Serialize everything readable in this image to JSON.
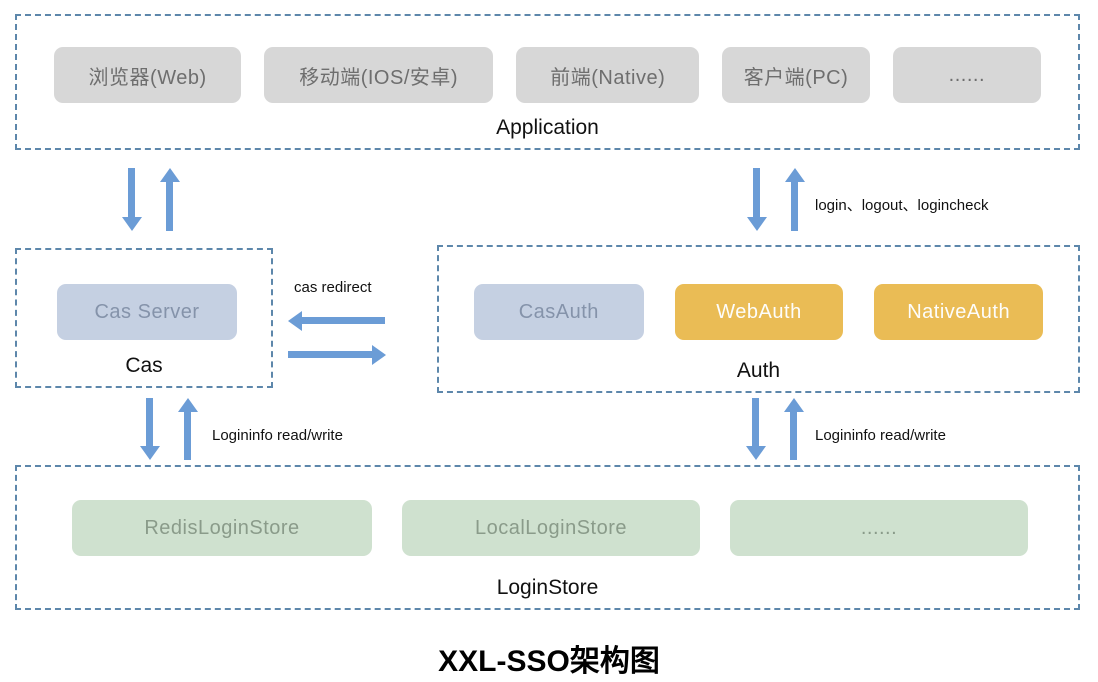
{
  "title": "XXL-SSO架构图",
  "application": {
    "label": "Application",
    "boxes": [
      "浏览器(Web)",
      "移动端(IOS/安卓)",
      "前端(Native)",
      "客户端(PC)",
      "......"
    ]
  },
  "cas": {
    "label": "Cas",
    "boxes": [
      "Cas Server"
    ]
  },
  "auth": {
    "label": "Auth",
    "boxes": [
      {
        "label": "CasAuth",
        "color": "blue"
      },
      {
        "label": "WebAuth",
        "color": "orange"
      },
      {
        "label": "NativeAuth",
        "color": "orange"
      }
    ]
  },
  "loginstore": {
    "label": "LoginStore",
    "boxes": [
      "RedisLoginStore",
      "LocalLoginStore",
      "......"
    ]
  },
  "annotations": {
    "login_ops": "login、logout、logincheck",
    "cas_redirect": "cas redirect",
    "logininfo_left": "Logininfo read/write",
    "logininfo_right": "Logininfo read/write"
  },
  "colors": {
    "arrow": "#6b9cd6",
    "dashed_border": "#5d87ab",
    "gray_box": "#d7d7d7",
    "blue_box": "#c5d0e2",
    "orange_box": "#eabc55",
    "green_box": "#cfe1cf"
  }
}
